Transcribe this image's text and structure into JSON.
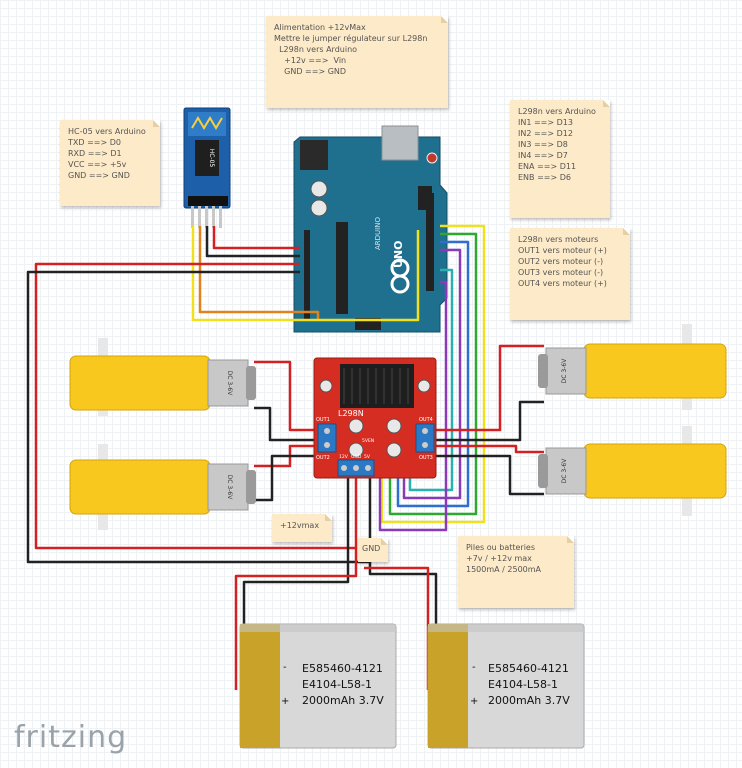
{
  "notes": {
    "power": {
      "lines": [
        "Alimentation +12vMax",
        "Mettre le jumper régulateur sur L298n",
        "",
        "  L298n vers Arduino",
        "    +12v ==>  Vin",
        "    GND ==> GND"
      ]
    },
    "hc05": {
      "lines": [
        "HC-05 vers Arduino",
        "",
        "TXD ==> D0",
        "RXD ==> D1",
        "VCC ==> +5v",
        "GND ==> GND"
      ]
    },
    "l298n_arduino": {
      "lines": [
        "L298n vers Arduino",
        "",
        "IN1 ==> D13",
        "IN2 ==> D12",
        "IN3 ==> D8",
        "IN4 ==> D7",
        "",
        "ENA ==> D11",
        "ENB ==> D6"
      ]
    },
    "l298n_motors": {
      "lines": [
        "L298n vers moteurs",
        "",
        "OUT1 vers moteur (+)",
        "OUT2 vers moteur (-)",
        "OUT3 vers moteur (-)",
        "OUT4 vers moteur (+)"
      ]
    },
    "v12": {
      "lines": [
        "+12vmax"
      ]
    },
    "gnd": {
      "lines": [
        "GND"
      ]
    },
    "batteries": {
      "lines": [
        "Piles ou batteries",
        "",
        "+7v / +12v max",
        "1500mA / 2500mA"
      ]
    }
  },
  "components": {
    "hc05_chip": "HC-05",
    "l298n": "L298N",
    "out1": "OUT1",
    "out2": "OUT2",
    "out3": "OUT3",
    "out4": "OUT4",
    "v12_pin": "12V",
    "gnd_pin": "GND",
    "v5_pin": "5V",
    "v5en": "5VEN",
    "uno": "UNO",
    "arduino": "ARDUINO",
    "motor_label": "DC 3-6V",
    "battery_lines": [
      "E585460-4121",
      "E4104-L58-1",
      "2000mAh 3.7V"
    ],
    "minus": "-",
    "plus": "+"
  },
  "logo": "fritzing",
  "colors": {
    "note_bg": "#fdeac8",
    "arduino_blue": "#1f6f8f",
    "l298n_red": "#d62d22",
    "motor_yellow": "#f8c81e",
    "wire_red": "#d42020",
    "wire_black": "#222222",
    "wire_yellow": "#f0e020",
    "wire_orange": "#e0821e",
    "wire_green": "#2ea82e",
    "wire_blue": "#2e6fd0",
    "wire_purple": "#8a3ab8",
    "wire_teal": "#2ab0b0",
    "battery_gray": "#d8d8d8",
    "battery_gold": "#c9a22a"
  }
}
